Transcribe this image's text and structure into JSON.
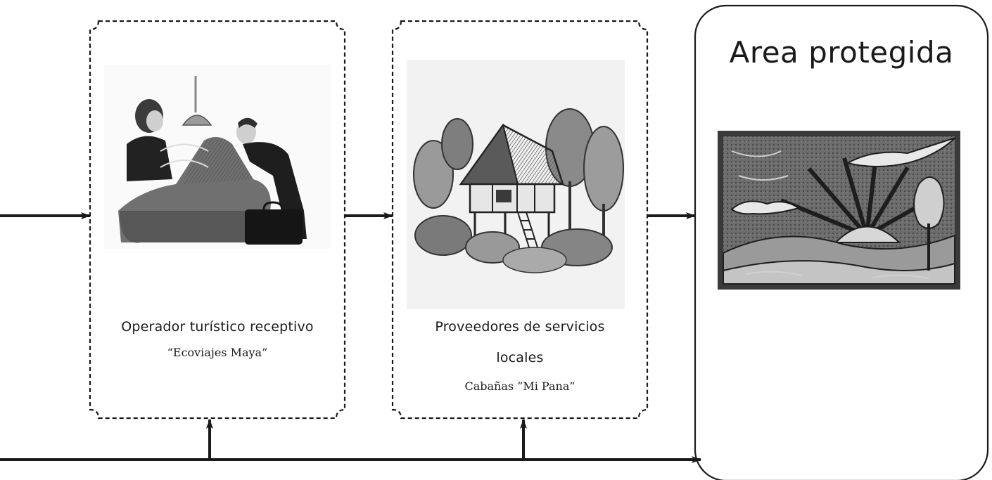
{
  "operator_box": {
    "title": "Operador turístico receptivo",
    "name": "“Ecoviajes Maya”",
    "illustration": "travel-agents-at-counter-illustration"
  },
  "provider_box": {
    "title_line1": "Proveedores de servicios",
    "title_line2": "locales",
    "name": "Cabañas “Mi Pana”",
    "illustration": "thatched-cabin-in-forest-illustration"
  },
  "protected_area_box": {
    "title": "Area protegida",
    "illustration": "woodcut-sunrise-landscape-illustration"
  }
}
